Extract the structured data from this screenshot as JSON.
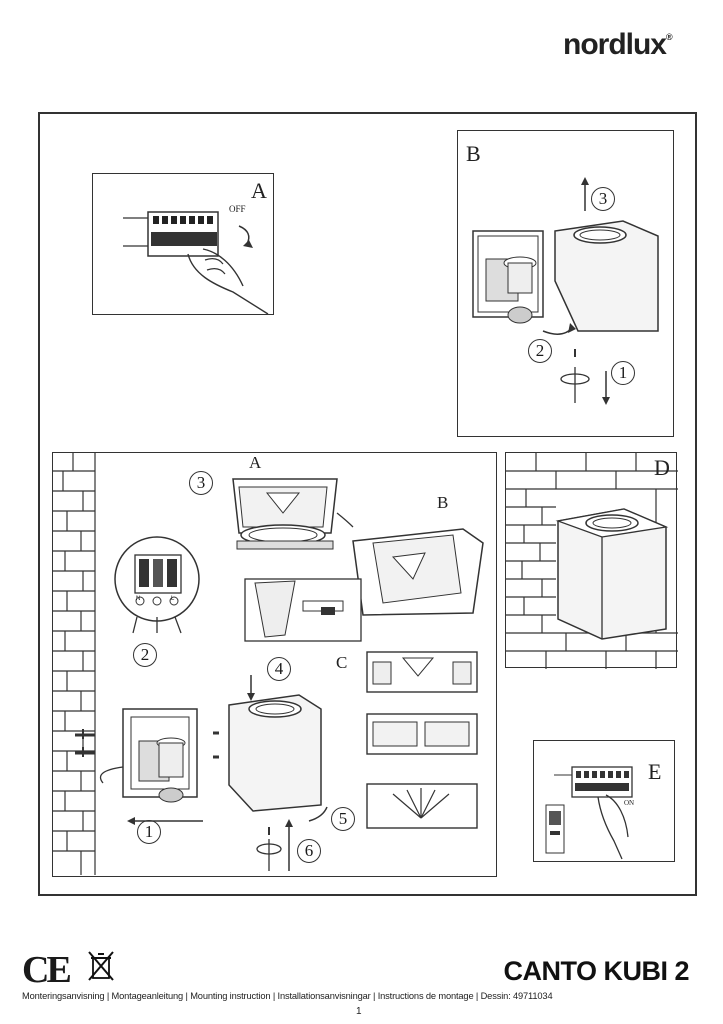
{
  "header": {
    "brand": "nordlux",
    "brand_mark": "®"
  },
  "steps": {
    "a": {
      "letter": "A",
      "off_label": "OFF"
    },
    "b": {
      "letter": "B",
      "numbers": [
        "3",
        "2",
        "1"
      ]
    },
    "main": {
      "sub_letters": [
        "A",
        "B",
        "C"
      ],
      "numbers": [
        "3",
        "2",
        "4",
        "5",
        "1",
        "6"
      ],
      "terminal_labels": [
        "N",
        "L"
      ]
    },
    "d": {
      "letter": "D"
    },
    "e": {
      "letter": "E",
      "on_label": "ON"
    }
  },
  "footer": {
    "product_name": "CANTO KUBI 2",
    "ce_mark": "CE",
    "line": "Monteringsanvisning | Montageanleitung | Mounting instruction | Installationsanvisningar | Instructions de montage | Dessin: 49711034",
    "page_number": "1"
  }
}
